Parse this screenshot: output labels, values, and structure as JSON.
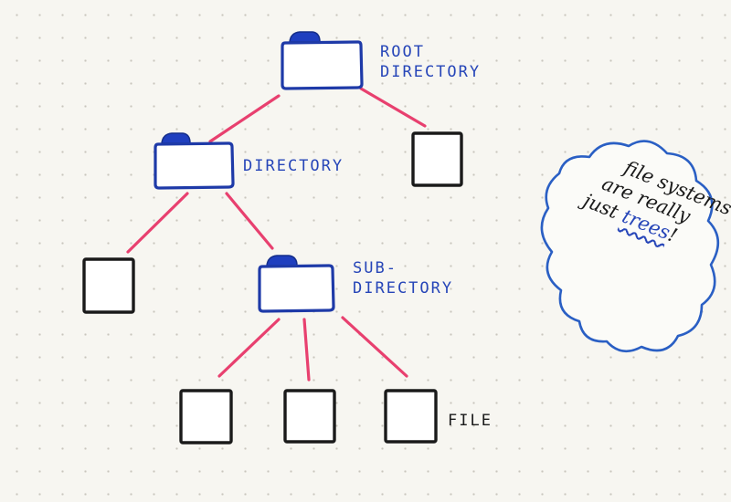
{
  "labels": {
    "root_line1": "ROOT",
    "root_line2": "DIRECTORY",
    "directory": "DIRECTORY",
    "sub_line1": "SUB-",
    "sub_line2": "DIRECTORY",
    "file": "FILE"
  },
  "note": {
    "line1": "file systems",
    "line2": "are really",
    "line3_prefix": "just",
    "line3_emphasis": "trees",
    "line3_suffix": "!"
  },
  "colors": {
    "edge": "#e8406f",
    "folder_outline": "#1e3aa8",
    "folder_tab": "#1f3fbf",
    "file_outline": "#1a1a1a",
    "label_blue": "#2645b8",
    "cloud_outline": "#2a5fc4",
    "paper": "#f7f6f1"
  },
  "icons": {
    "directory": "folder-icon",
    "file": "file-box-icon"
  }
}
